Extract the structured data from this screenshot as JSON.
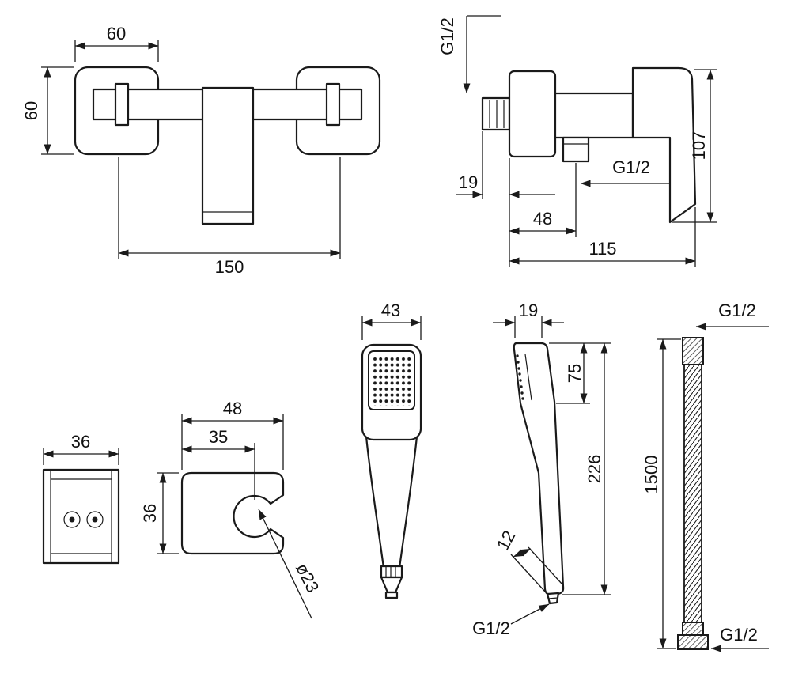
{
  "views": {
    "mixer_front": {
      "width_top": "60",
      "height_left": "60",
      "width_bottom": "150"
    },
    "mixer_side": {
      "thread_top": "G1/2",
      "wall_depth": "19",
      "outlet_thread": "G1/2",
      "outlet_depth": "48",
      "total_depth": "115",
      "height": "107"
    },
    "bracket_back": {
      "width": "36"
    },
    "bracket_side": {
      "width": "48",
      "hole_offset": "35",
      "height": "36",
      "hole_diameter": "ø23"
    },
    "handshower_front": {
      "head_width": "43"
    },
    "handshower_side": {
      "head_depth": "19",
      "head_length": "75",
      "total_length": "226",
      "tip_diameter": "12",
      "thread": "G1/2"
    },
    "hose": {
      "thread_top": "G1/2",
      "length": "1500",
      "thread_bottom": "G1/2"
    }
  },
  "colors": {
    "line": "#1a1a1a",
    "background": "#ffffff"
  }
}
